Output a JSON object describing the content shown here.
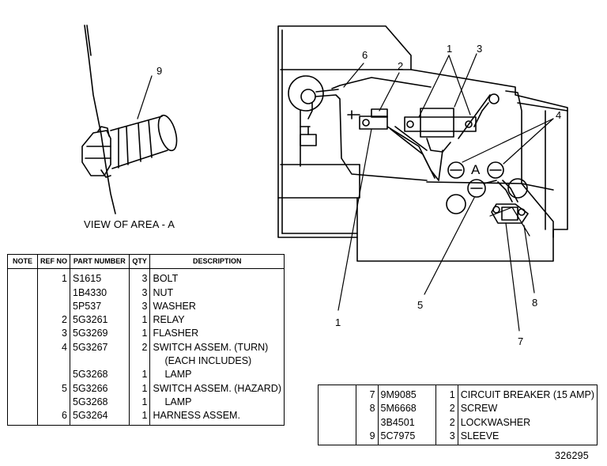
{
  "view_label": "VIEW OF AREA - A",
  "area_letter": "A",
  "callouts": {
    "c9": "9",
    "c6": "6",
    "c2": "2",
    "c1a": "1",
    "c3": "3",
    "c4": "4",
    "c5": "5",
    "c8": "8",
    "c7": "7",
    "c1b": "1"
  },
  "parts_table": {
    "headers": {
      "note": "NOTE",
      "ref": "REF NO",
      "part": "PART NUMBER",
      "qty": "QTY",
      "desc": "DESCRIPTION"
    },
    "rows": [
      {
        "ref": "1",
        "part": "S1615",
        "qty": "3",
        "desc": "BOLT"
      },
      {
        "ref": "",
        "part": "1B4330",
        "qty": "3",
        "desc": "NUT"
      },
      {
        "ref": "",
        "part": "5P537",
        "qty": "3",
        "desc": "WASHER"
      },
      {
        "ref": "2",
        "part": "5G3261",
        "qty": "1",
        "desc": "RELAY"
      },
      {
        "ref": "3",
        "part": "5G3269",
        "qty": "1",
        "desc": "FLASHER"
      },
      {
        "ref": "4",
        "part": "5G3267",
        "qty": "2",
        "desc": "SWITCH ASSEM. (TURN)"
      },
      {
        "ref": "",
        "part": "",
        "qty": "",
        "desc": "(EACH INCLUDES)"
      },
      {
        "ref": "",
        "part": "5G3268",
        "qty": "1",
        "desc": "LAMP"
      },
      {
        "ref": "5",
        "part": "5G3266",
        "qty": "1",
        "desc": "SWITCH ASSEM. (HAZARD)"
      },
      {
        "ref": "",
        "part": "5G3268",
        "qty": "1",
        "desc": "LAMP"
      },
      {
        "ref": "6",
        "part": "5G3264",
        "qty": "1",
        "desc": "HARNESS ASSEM."
      }
    ]
  },
  "parts_table_2": {
    "rows": [
      {
        "ref": "7",
        "part": "9M9085",
        "qty": "1",
        "desc": "CIRCUIT BREAKER (15 AMP)"
      },
      {
        "ref": "8",
        "part": "5M6668",
        "qty": "2",
        "desc": "SCREW"
      },
      {
        "ref": "",
        "part": "3B4501",
        "qty": "2",
        "desc": "LOCKWASHER"
      },
      {
        "ref": "9",
        "part": "5C7975",
        "qty": "3",
        "desc": "SLEEVE"
      }
    ]
  },
  "figure_number": "326295"
}
